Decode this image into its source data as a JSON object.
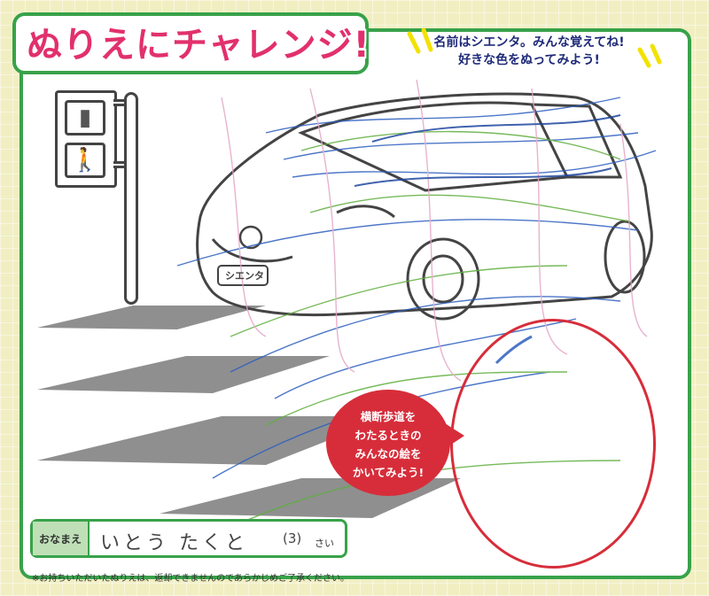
{
  "title": {
    "text": "ぬりえにチャレンジ!"
  },
  "instruction": {
    "line1": "名前はシエンタ。みんな覚えてね!",
    "line2": "好きな色をぬってみよう!"
  },
  "car": {
    "plate": "シエンタ"
  },
  "callout": {
    "line1": "横断歩道を",
    "line2": "わたるときの",
    "line3": "みんなの絵を",
    "line4": "かいてみよう!"
  },
  "name_field": {
    "label": "おなまえ",
    "value": "いとう たくと",
    "age": "(3)",
    "age_unit": "さい"
  },
  "footnote": "※お持ちいただいたぬりえは、返却できませんのであらかじめご了承ください。",
  "colors": {
    "frame_green": "#38a24a",
    "title_pink": "#e2306d",
    "callout_red": "#d72d3a",
    "instruction_navy": "#1e2a78"
  }
}
